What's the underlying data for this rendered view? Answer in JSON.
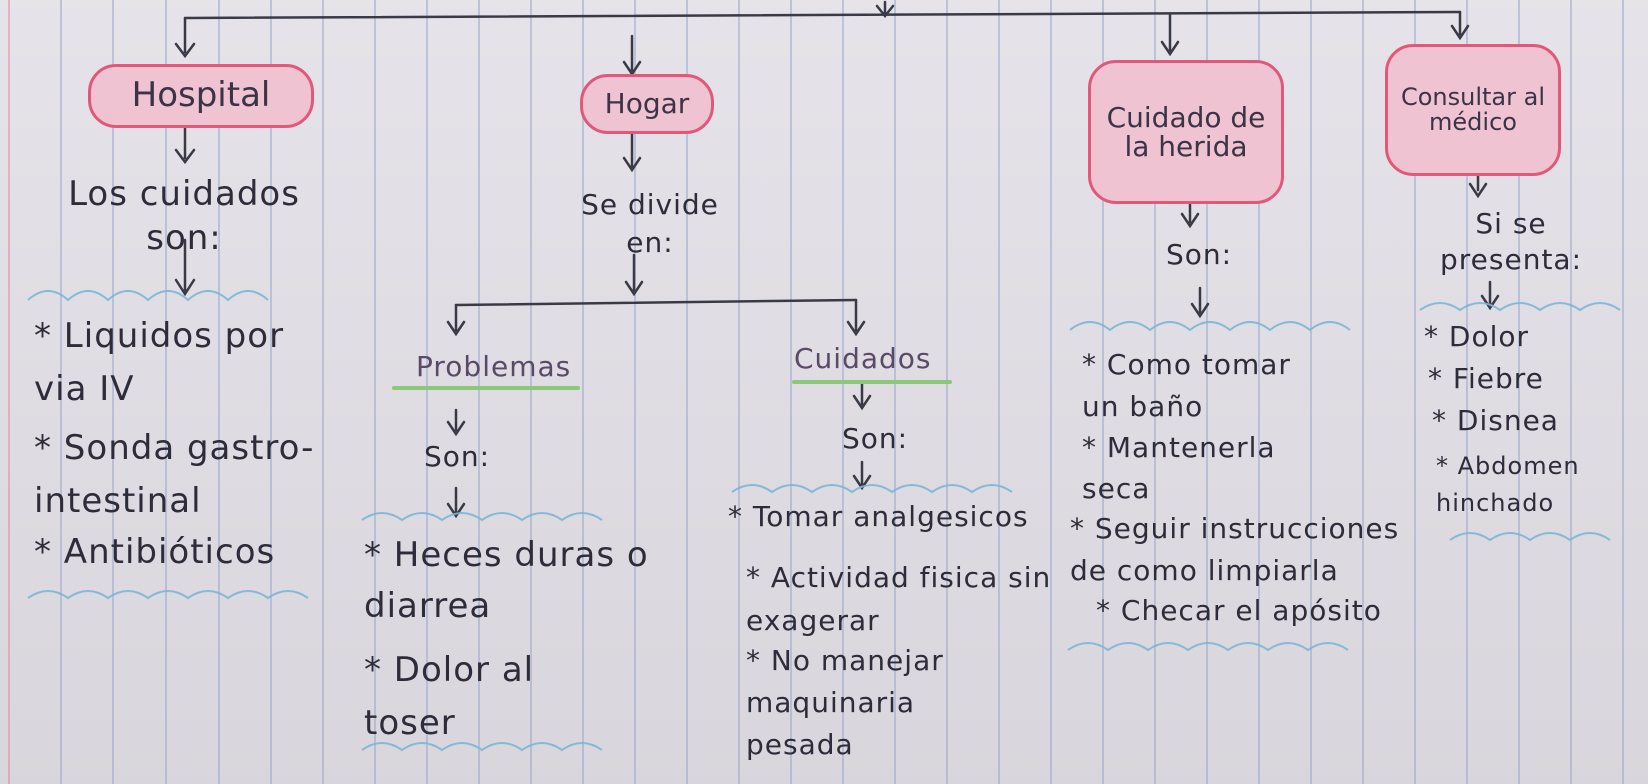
{
  "colors": {
    "bubble_fill": "#f0c3d3",
    "bubble_border": "#e2587a",
    "ink": "#2e2c3a",
    "wave_blue": "#7ab6d6",
    "underline_green": "#8cc77a"
  },
  "branches": {
    "hospital": {
      "title": "Hospital",
      "connector": "Los cuidados son:",
      "items": [
        "* Liquidos por via IV",
        "* Sonda gastro- intestinal",
        "* Antibióticos"
      ]
    },
    "hogar": {
      "title": "Hogar",
      "connector": "Se divide en:",
      "problemas": {
        "title": "Problemas",
        "connector": "Son:",
        "items": [
          "* Heces duras o diarrea",
          "* Dolor al toser"
        ]
      },
      "cuidados": {
        "title": "Cuidados",
        "connector": "Son:",
        "items": [
          "* Tomar analgesicos",
          "* Actividad fisica sin exagerar",
          "* No manejar maquinaria pesada"
        ]
      }
    },
    "herida": {
      "title": "Cuidado de la herida",
      "connector": "Son:",
      "items": [
        "* Como tomar un baño",
        "* Mantenerla seca",
        "* Seguir instrucciones de como limpiarla",
        "* Checar el apósito"
      ]
    },
    "medico": {
      "title": "Consultar al médico",
      "connector": "Si se presenta:",
      "items": [
        "* Dolor",
        "* Fiebre",
        "* Disnea",
        "* Abdomen hinchado"
      ]
    }
  }
}
